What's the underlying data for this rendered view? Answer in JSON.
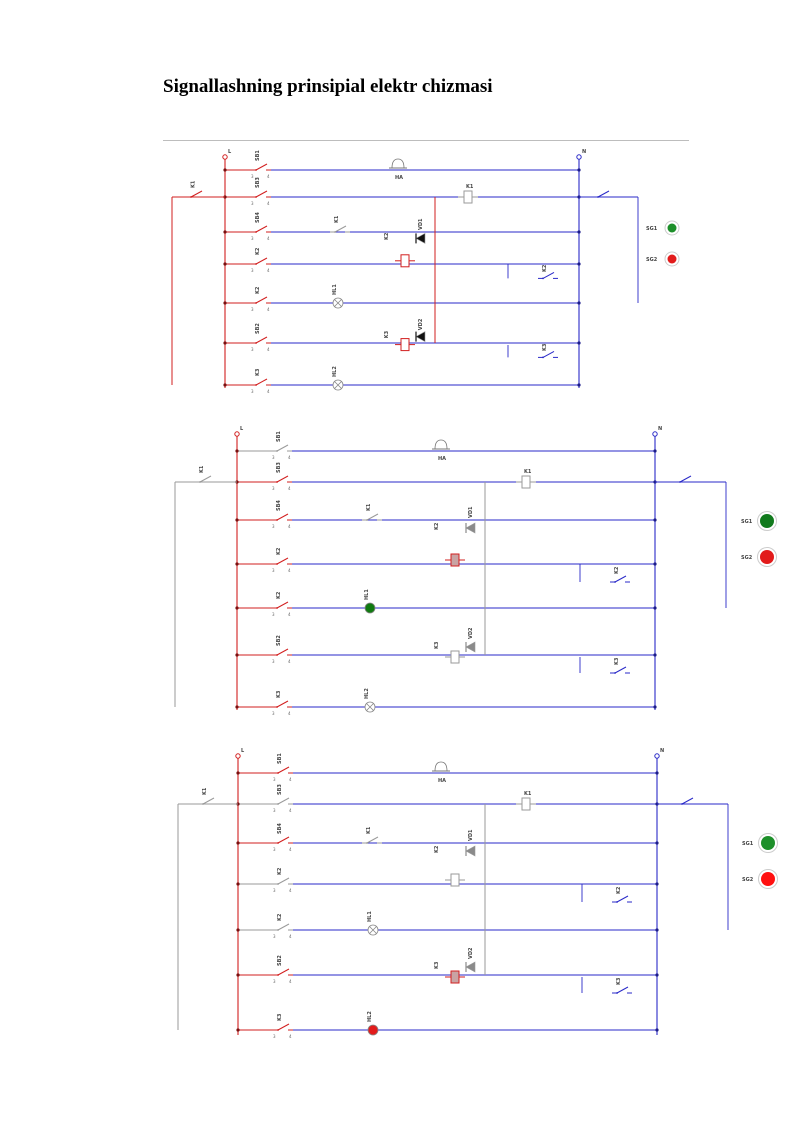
{
  "document": {
    "title": "Signallashning prinsipial elektr chizmasi"
  },
  "diagrams": [
    {
      "name": "signaling-circuit-1",
      "lamps": {
        "SG1": "#1d8f2a",
        "SG2": "#e21b1b"
      },
      "center_lamp_state": "off",
      "bottom_lamp_state": "off"
    },
    {
      "name": "signaling-circuit-2",
      "lamps": {
        "SG1": "#117a1d",
        "SG2": "#e21b1b"
      },
      "center_lamp_state": "green",
      "bottom_lamp_state": "off"
    },
    {
      "name": "signaling-circuit-3",
      "lamps": {
        "SG1": "#1d8f2a",
        "SG2": "#ff1010"
      },
      "center_lamp_state": "off",
      "bottom_lamp_state": "red"
    }
  ],
  "labels": {
    "L": "L",
    "N": "N",
    "SB1": "SB1",
    "SB2": "SB2",
    "SB3": "SB3",
    "SB4": "SB4",
    "K1": "K1",
    "K2": "K2",
    "K3": "K3",
    "HL1": "HL1",
    "HL2": "HL2",
    "VD1": "VD1",
    "VD2": "VD2",
    "SG1": "SG1",
    "SG2": "SG2",
    "HA": "HA"
  },
  "colors": {
    "phase": "#d21f1f",
    "neutral": "#2a2ac8",
    "inactive": "#9a9a9a",
    "node": "#7a1010"
  }
}
